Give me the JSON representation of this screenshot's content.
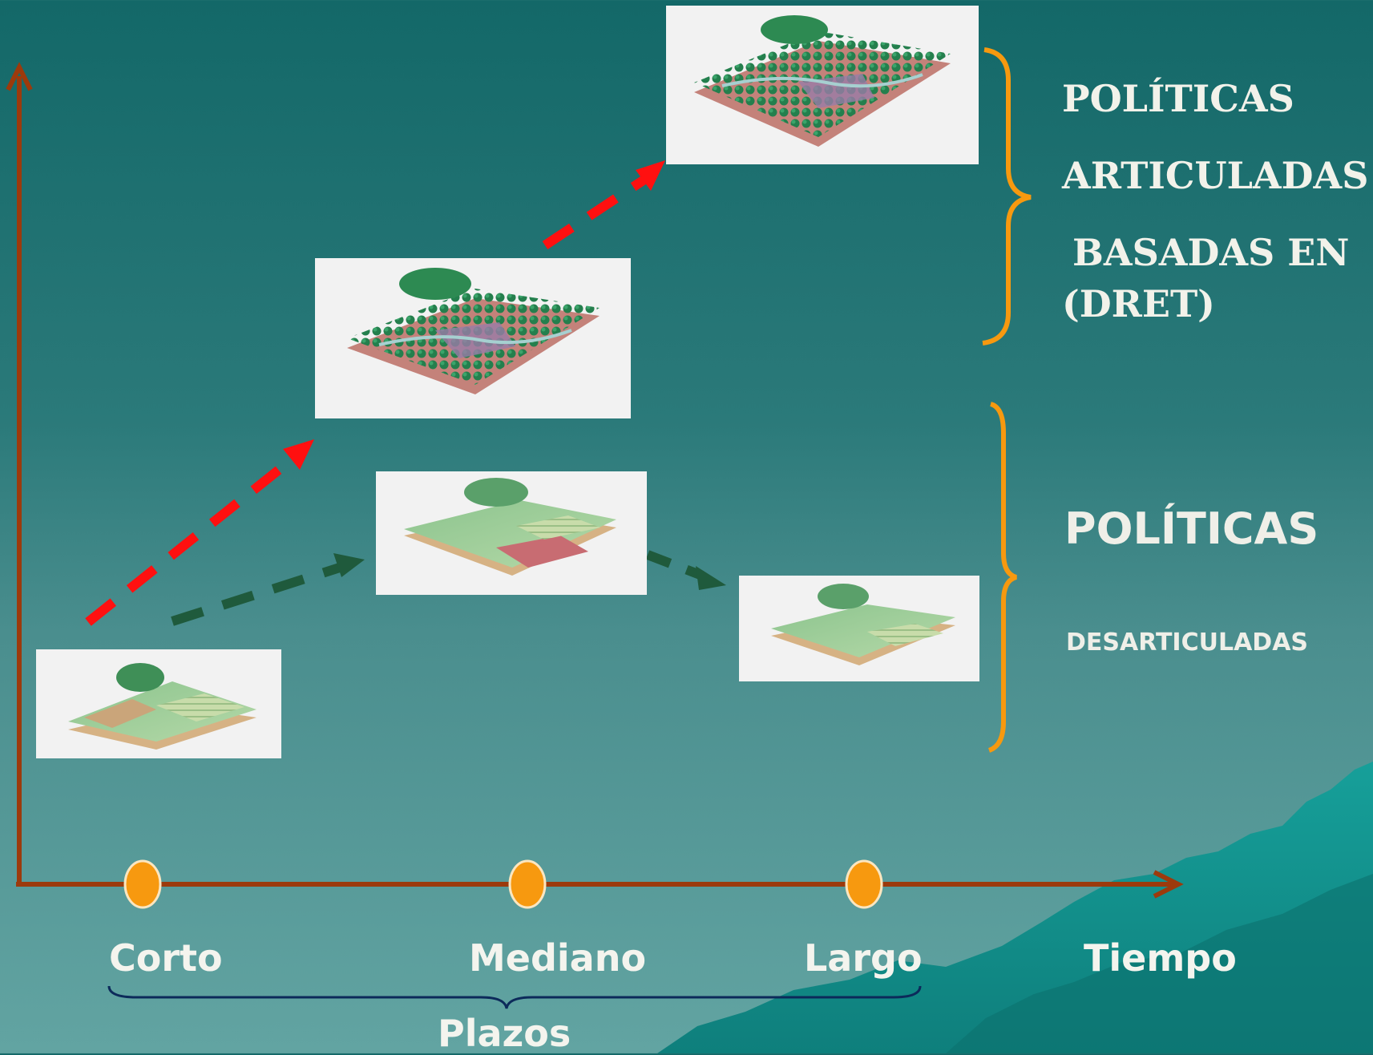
{
  "colors": {
    "axis": "#9c3a0c",
    "marker": "#f7990f",
    "brace_orange": "#f7990f",
    "brace_navy": "#0c2a5a",
    "arrow_red": "#ff1010",
    "arrow_green": "#1f5a3c",
    "mountain": "#0e8c88"
  },
  "legend": {
    "articuladas": {
      "line1": "POLÍTICAS",
      "line2": "ARTICULADAS",
      "line3": "BASADAS EN",
      "line4": "(DRET)"
    },
    "desarticuladas": {
      "line1": "POLÍTICAS",
      "line2": "DESARTICULADAS"
    }
  },
  "axis": {
    "x_label": "Tiempo",
    "ticks": [
      "Corto",
      "Mediano",
      "Largo"
    ],
    "group_label": "Plazos"
  },
  "images": [
    {
      "name": "landscape-start",
      "kind": "cleared"
    },
    {
      "name": "landscape-medium-forest",
      "kind": "forest"
    },
    {
      "name": "landscape-long-forest",
      "kind": "forest"
    },
    {
      "name": "landscape-medium-degraded",
      "kind": "cleared"
    },
    {
      "name": "landscape-long-degraded",
      "kind": "cleared"
    }
  ]
}
